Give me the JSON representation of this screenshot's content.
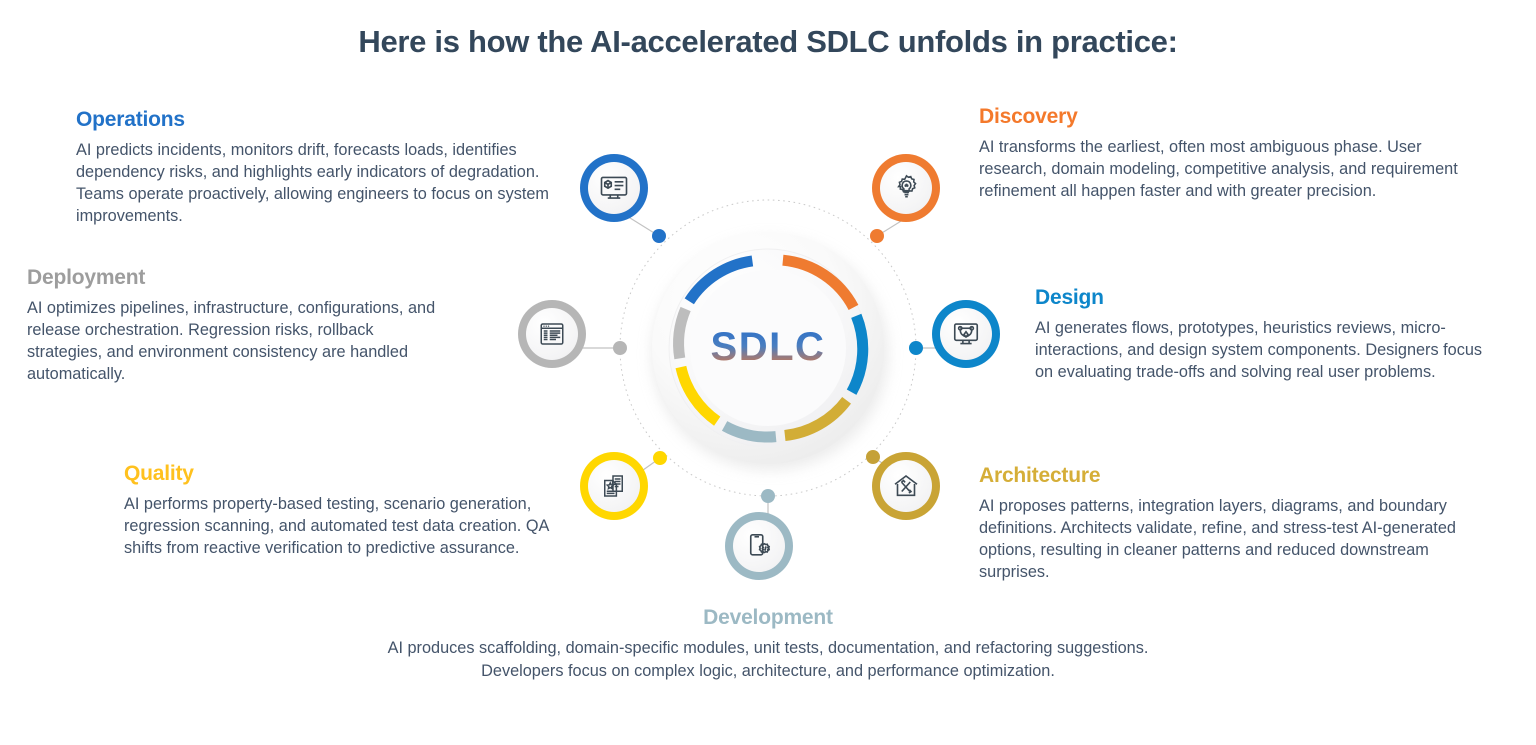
{
  "title": "Here is how the AI-accelerated SDLC unfolds in practice:",
  "center": {
    "label": "SDLC",
    "gradient_from": "#2a6fc9",
    "gradient_to": "#e8763a"
  },
  "phases": [
    {
      "key": "discovery",
      "heading": "Discovery",
      "color": "#ef7b30",
      "icon": "lightbulb-gear-icon",
      "body": "AI transforms the earliest, often most ambiguous phase. User research, domain modeling, competitive analysis, and requirement refinement all happen faster and with greater precision."
    },
    {
      "key": "design",
      "heading": "Design",
      "color": "#0d86ca",
      "icon": "monitor-pen-tool-icon",
      "body": "AI generates flows, prototypes, heuristics reviews, micro-interactions, and design system components. Designers focus on evaluating trade-offs and solving real user problems."
    },
    {
      "key": "architecture",
      "heading": "Architecture",
      "color": "#d2ad36",
      "icon": "house-blueprint-icon",
      "body": "AI proposes patterns, integration layers, diagrams, and boundary definitions. Architects validate, refine, and stress-test AI-generated options, resulting in cleaner patterns and reduced downstream surprises."
    },
    {
      "key": "development",
      "heading": "Development",
      "color": "#9cb9c4",
      "icon": "device-code-gear-icon",
      "body": "AI produces scaffolding, domain-specific modules, unit tests, documentation, and refactoring suggestions. Developers focus on complex logic, architecture, and performance optimization."
    },
    {
      "key": "quality",
      "heading": "Quality",
      "color": "#ffc81e",
      "icon": "documents-star-icon",
      "body": "AI performs property-based testing, scenario generation, regression scanning, and automated test data creation. QA shifts from reactive verification to predictive assurance."
    },
    {
      "key": "deployment",
      "heading": "Deployment",
      "color": "#b6b6b6",
      "icon": "browser-window-icon",
      "body": "AI optimizes pipelines, infrastructure, configurations, and release orchestration. Regression risks, rollback strategies, and environment consistency are handled automatically."
    },
    {
      "key": "operations",
      "heading": "Operations",
      "color": "#2272c8",
      "icon": "monitor-package-icon",
      "body": "AI predicts incidents, monitors drift, forecasts loads, identifies dependency risks, and highlights early indicators of degradation. Teams operate proactively, allowing engineers to focus on system improvements."
    }
  ],
  "chart_data": {
    "type": "pie",
    "title": "SDLC phase ring",
    "note": "Seven-segment donut ring, equal arcs with gaps, clockwise from top",
    "categories": [
      "Discovery",
      "Design",
      "Architecture",
      "Development",
      "Quality",
      "Deployment",
      "Operations"
    ],
    "values": [
      1,
      1,
      1,
      1,
      1,
      1,
      1
    ],
    "colors": [
      "#ef7b30",
      "#0d86ca",
      "#d2ad36",
      "#9cb9c4",
      "#ffc81e",
      "#b6b6b6",
      "#2272c8"
    ]
  }
}
